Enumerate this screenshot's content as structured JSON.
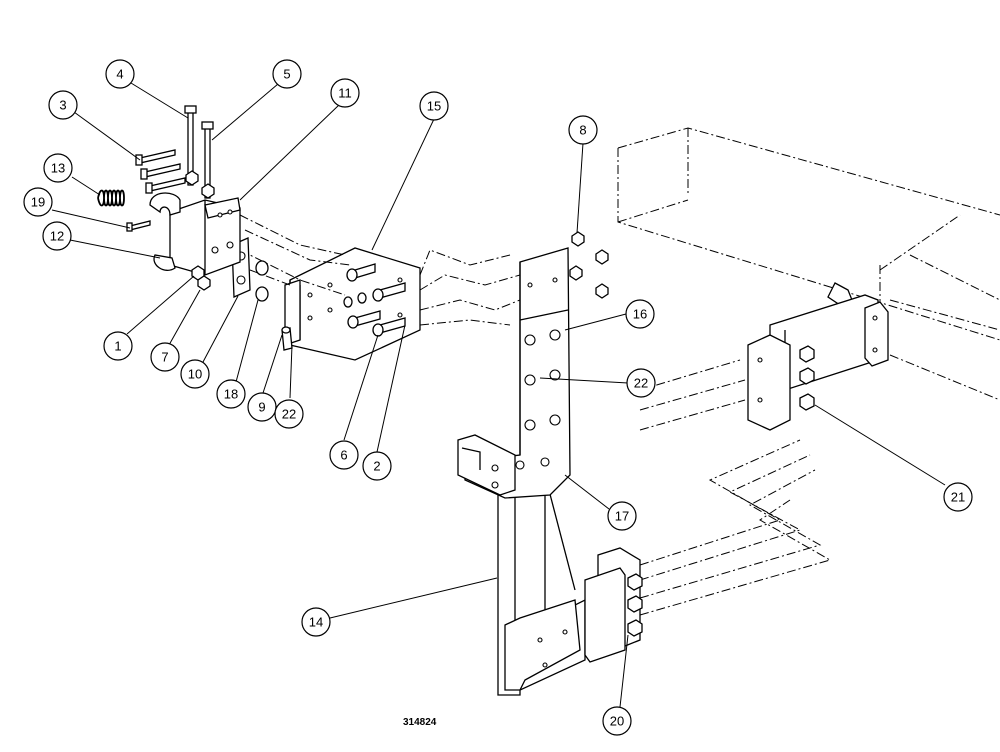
{
  "drawing_number": "314824",
  "callouts": [
    {
      "id": "c1",
      "label": "1"
    },
    {
      "id": "c2",
      "label": "2"
    },
    {
      "id": "c3",
      "label": "3"
    },
    {
      "id": "c4",
      "label": "4"
    },
    {
      "id": "c5",
      "label": "5"
    },
    {
      "id": "c6",
      "label": "6"
    },
    {
      "id": "c7",
      "label": "7"
    },
    {
      "id": "c8",
      "label": "8"
    },
    {
      "id": "c9",
      "label": "9"
    },
    {
      "id": "c10",
      "label": "10"
    },
    {
      "id": "c11",
      "label": "11"
    },
    {
      "id": "c12",
      "label": "12"
    },
    {
      "id": "c13",
      "label": "13"
    },
    {
      "id": "c14",
      "label": "14"
    },
    {
      "id": "c15",
      "label": "15"
    },
    {
      "id": "c16",
      "label": "16"
    },
    {
      "id": "c17",
      "label": "17"
    },
    {
      "id": "c18",
      "label": "18"
    },
    {
      "id": "c19",
      "label": "19"
    },
    {
      "id": "c20",
      "label": "20"
    },
    {
      "id": "c21",
      "label": "21"
    },
    {
      "id": "c22a",
      "label": "22"
    },
    {
      "id": "c22b",
      "label": "22"
    }
  ]
}
